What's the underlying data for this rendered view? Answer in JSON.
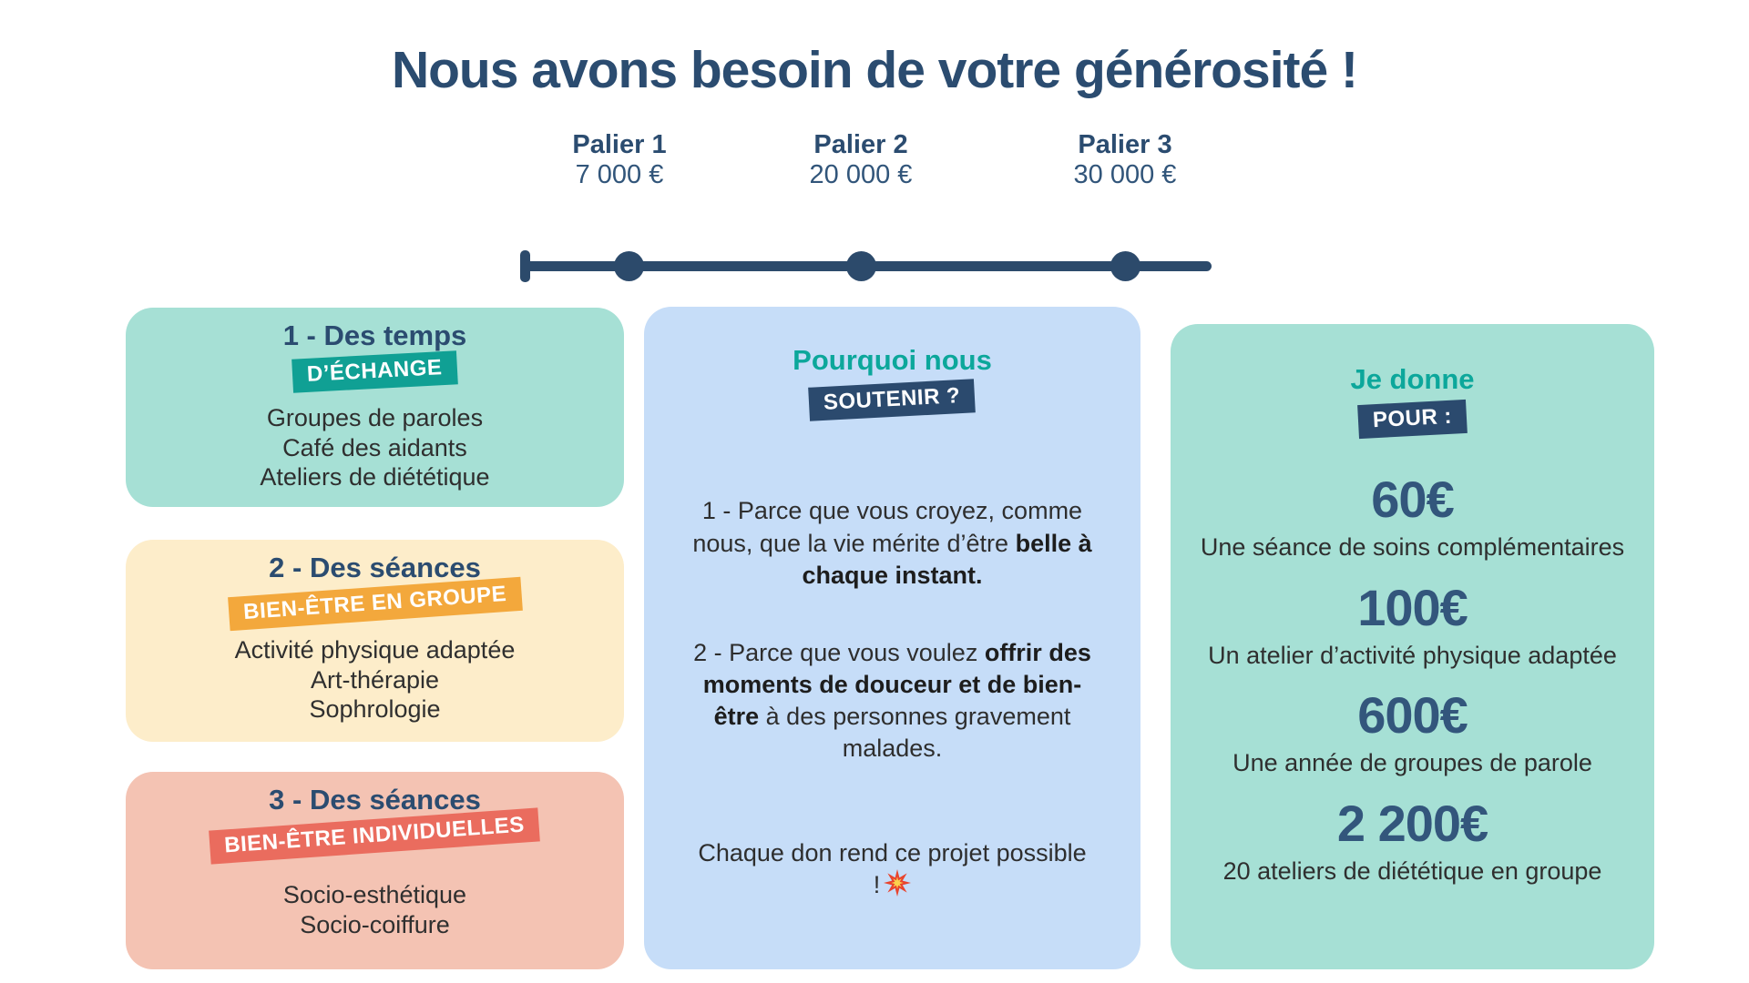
{
  "title": "Nous avons besoin de votre générosité !",
  "timeline": {
    "milestones": [
      {
        "label": "Palier 1",
        "amount": "7 000 €"
      },
      {
        "label": "Palier 2",
        "amount": "20 000 €"
      },
      {
        "label": "Palier 3",
        "amount": "30 000 €"
      }
    ]
  },
  "offer_cards": [
    {
      "title": "1 - Des temps",
      "badge": "D’ÉCHANGE",
      "items": "Groupes de paroles\nCafé des aidants\nAteliers de diététique"
    },
    {
      "title": "2 - Des séances",
      "badge": "BIEN-ÊTRE EN GROUPE",
      "items": "Activité physique adaptée\nArt-thérapie\nSophrologie"
    },
    {
      "title": "3 - Des séances",
      "badge": "BIEN-ÊTRE INDIVIDUELLES",
      "items": "Socio-esthétique\nSocio-coiffure"
    }
  ],
  "why_card": {
    "heading": "Pourquoi nous",
    "badge": "SOUTENIR ?",
    "paragraph1": {
      "pre": "1 - Parce que vous croyez, comme nous, que la vie mérite d’être ",
      "bold": "belle à chaque instant."
    },
    "paragraph2": {
      "pre": "2 - Parce que vous voulez ",
      "bold": "offrir des moments de douceur et de bien-être",
      "post": " à des personnes gravement malades."
    },
    "paragraph3": "Chaque don rend ce projet possible !",
    "emoji": "💥"
  },
  "donate_card": {
    "heading": "Je donne",
    "badge": "POUR :",
    "tiers": [
      {
        "amount": "60€",
        "description": "Une séance de soins complémentaires"
      },
      {
        "amount": "100€",
        "description": "Un atelier d’activité physique adaptée"
      },
      {
        "amount": "600€",
        "description": "Une année de groupes de parole"
      },
      {
        "amount": "2 200€",
        "description": "20 ateliers de diététique en groupe"
      }
    ]
  },
  "colors": {
    "navy_text": "#2b4c70",
    "timeline_navy": "#2c4a6b",
    "teal_card_bg": "#a6e0d5",
    "teal_badge": "#10a094",
    "teal_heading": "#0ca79b",
    "cream_card_bg": "#fdedca",
    "orange_badge": "#f3a83c",
    "salmon_card_bg": "#f4c3b3",
    "coral_badge": "#ea6c5e",
    "blue_card_bg": "#c6ddf8",
    "navy_badge": "#2b4a6e",
    "body_text": "#2f2f2f",
    "burst_red": "#e8442e",
    "burst_yellow": "#fbd34d"
  }
}
